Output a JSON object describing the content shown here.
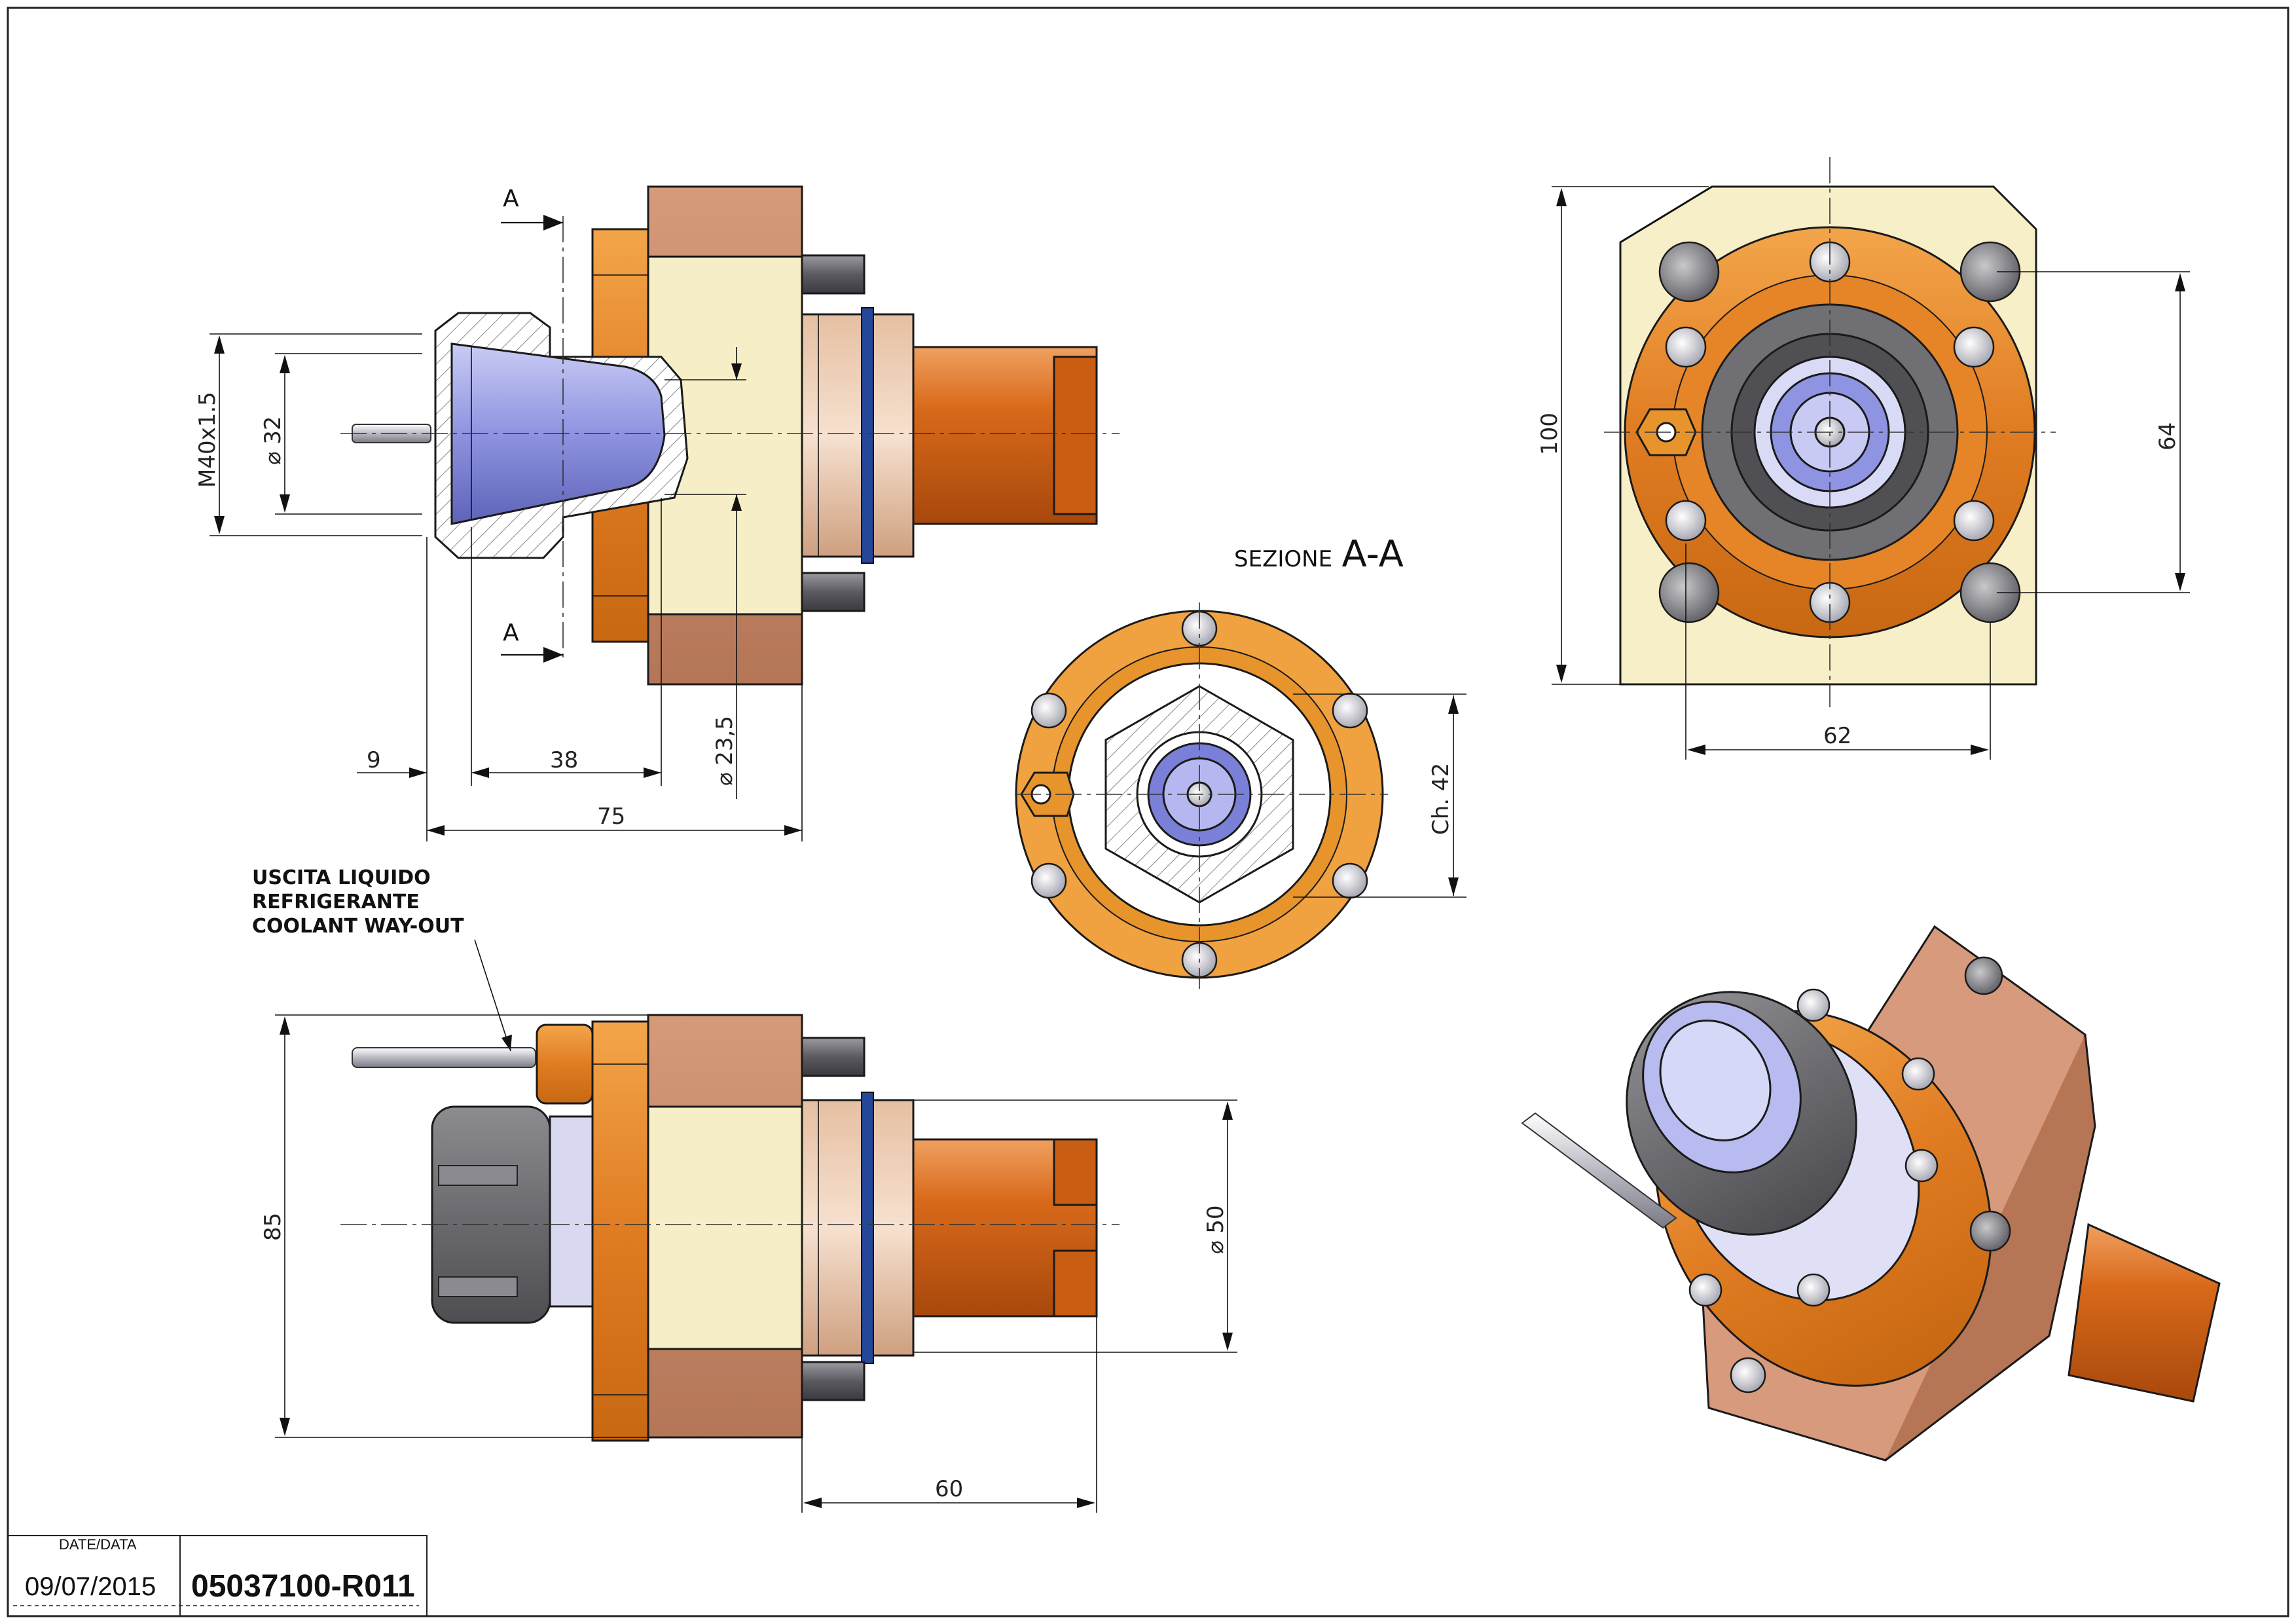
{
  "section_view": {
    "prefix": "SEZIONE",
    "name": "A-A"
  },
  "section_marks": [
    "A",
    "A"
  ],
  "dimensions": {
    "thread": "M40x1.5",
    "dia_32": "⌀ 32",
    "dia_23_5": "⌀ 23,5",
    "len_9": "9",
    "len_38": "38",
    "len_75": "75",
    "height_100": "100",
    "height_64": "64",
    "width_62": "62",
    "hex_ch42": "Ch. 42",
    "height_85": "85",
    "dia_50": "⌀ 50",
    "len_60": "60"
  },
  "note": {
    "line1": "USCITA LIQUIDO",
    "line2": "REFRIGERANTE",
    "line3": "COOLANT WAY-OUT"
  },
  "title_block": {
    "date_label": "DATE/DATA",
    "date": "09/07/2015",
    "code": "05037100-R011"
  },
  "colors": {
    "body_light": "#f7efc8",
    "body_copper": "#c98f6c",
    "flange_orange": "#e8932f",
    "shaft_orange": "#d36a14",
    "nut_gray": "#6f6f73",
    "collet_blue": "#9a9ee6",
    "oring_blue": "#2a4d96"
  }
}
